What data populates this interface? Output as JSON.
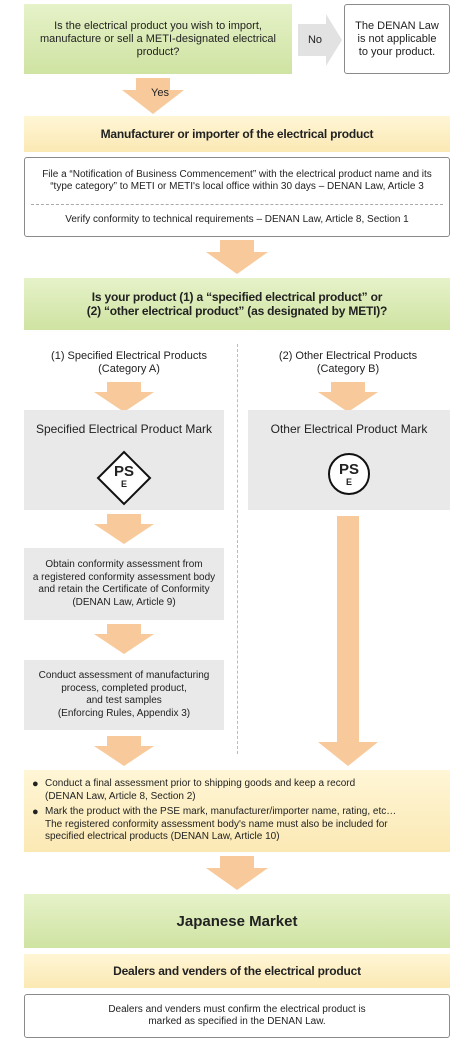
{
  "q1": {
    "text": "Is the electrical product you wish to import, manufacture or sell a METI-designated electrical product?"
  },
  "no_label": "No",
  "yes_label": "Yes",
  "not_applicable": "The DENAN Law is not applicable to your product.",
  "manufacturer_header": "Manufacturer or importer of the electrical product",
  "notification_text": "File a “Notification of Business Commencement” with the electrical product name and its “type category” to METI or METI's local office within 30 days – DENAN Law, Article 3",
  "verify_text": "Verify conformity to technical requirements – DENAN Law, Article 8, Section 1",
  "q2": {
    "line1": "Is your product (1) a “specified electrical product” or",
    "line2": "(2) “other electrical product” (as designated by METI)?"
  },
  "left": {
    "title_line1": "(1) Specified Electrical Products",
    "title_line2": "(Category A)",
    "mark_label": "Specified Electrical Product Mark",
    "mark_ps": "PS",
    "mark_e": "E",
    "step1": [
      "Obtain conformity assessment from",
      "a registered conformity assessment body",
      "and retain the Certificate of Conformity",
      "(DENAN Law, Article 9)"
    ],
    "step2": [
      "Conduct assessment of manufacturing",
      "process, completed product,",
      "and test samples",
      "(Enforcing Rules, Appendix 3)"
    ]
  },
  "right": {
    "title_line1": "(2) Other Electrical Products",
    "title_line2": "(Category B)",
    "mark_label": "Other Electrical Product Mark",
    "mark_ps": "PS",
    "mark_e": "E"
  },
  "final": {
    "bullet1": [
      "Conduct a final assessment prior to shipping goods and keep a record",
      "(DENAN Law, Article 8, Section 2)"
    ],
    "bullet2": [
      "Mark the product with the PSE mark, manufacturer/importer name, rating, etc…",
      "The registered conformity assessment body's name must also be included for",
      "specified electrical products (DENAN Law, Article 10)"
    ]
  },
  "market": "Japanese Market",
  "dealers_header": "Dealers and venders of the electrical product",
  "dealers_text": [
    "Dealers and venders must confirm the electrical product is",
    "marked as specified in the DENAN Law."
  ],
  "colors": {
    "green": "#d6e8ad",
    "yellow": "#fbe9b4",
    "grey": "#e9e9e9",
    "arrow": "#f8c99b"
  }
}
